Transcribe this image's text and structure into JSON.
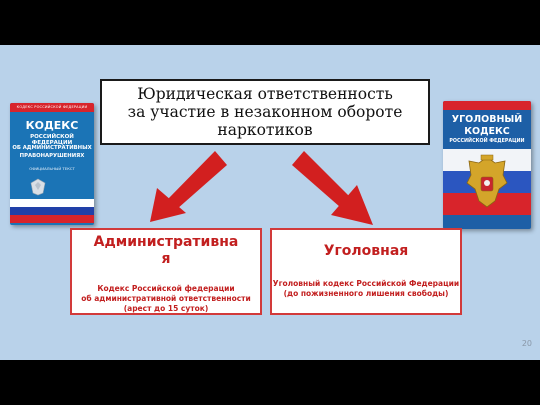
{
  "slide": {
    "title_lines": [
      "Юридическая ответственность",
      "за участие в незаконном обороте",
      "наркотиков"
    ],
    "left_book": {
      "band": "КОДЕКС РОССИЙСКОЙ ФЕДЕРАЦИИ",
      "title": "КОДЕКС",
      "subtitle": "РОССИЙСКОЙ ФЕДЕРАЦИИ",
      "lines": [
        "ОБ АДМИНИСТРАТИВНЫХ",
        "ПРАВОНАРУШЕНИЯХ"
      ],
      "note": "ОФИЦИАЛЬНЫЙ ТЕКСТ"
    },
    "right_book": {
      "title_lines": [
        "УГОЛОВНЫЙ",
        "КОДЕКС"
      ],
      "subtitle": "РОССИЙСКОЙ ФЕДЕРАЦИИ"
    },
    "left_box": {
      "heading_lines": [
        "Административна",
        "я"
      ],
      "desc_lines": [
        "Кодекс Российской федерации",
        "об административной ответственности",
        "(арест до 15 суток)"
      ]
    },
    "right_box": {
      "heading": "Уголовная",
      "desc_lines": [
        "Уголовный кодекс Российской Федерации",
        "(до пожизненного лишения свободы)"
      ]
    },
    "page_number": "20"
  },
  "colors": {
    "background": "#b9d2ea",
    "accent_red": "#d21f1f",
    "text_red": "#c21f1f",
    "book_blue": "#1b74b6"
  },
  "icons": [
    "arrow-down-left-icon",
    "arrow-down-right-icon",
    "coat-of-arms-icon",
    "russian-flag-icon"
  ]
}
